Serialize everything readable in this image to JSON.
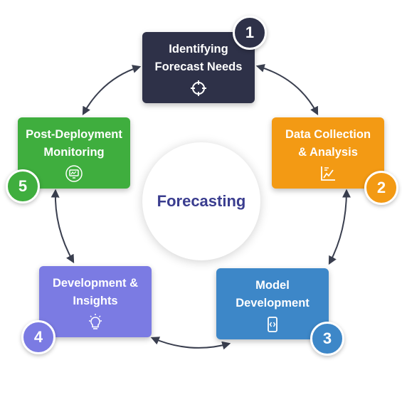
{
  "center_label": "Forecasting",
  "colors": {
    "center_text": "#3a3d8f",
    "arrow": "#3a3f4f"
  },
  "steps": [
    {
      "number": "1",
      "title_line1": "Identifying",
      "title_line2": "Forecast Needs",
      "icon": "crosshair-icon",
      "color": "#2e3148",
      "badge_color": "#2e3148"
    },
    {
      "number": "2",
      "title_line1": "Data Collection",
      "title_line2": "& Analysis",
      "icon": "chart-icon",
      "color": "#f39a14",
      "badge_color": "#f39a14"
    },
    {
      "number": "3",
      "title_line1": "Model",
      "title_line2": "Development",
      "icon": "code-device-icon",
      "color": "#3d87c8",
      "badge_color": "#3d87c8"
    },
    {
      "number": "4",
      "title_line1": "Development &",
      "title_line2": "Insights",
      "icon": "lightbulb-icon",
      "color": "#7b7be3",
      "badge_color": "#7b7be3"
    },
    {
      "number": "5",
      "title_line1": "Post-Deployment",
      "title_line2": "Monitoring",
      "icon": "monitor-icon",
      "color": "#3fae3e",
      "badge_color": "#3fae3e"
    }
  ]
}
